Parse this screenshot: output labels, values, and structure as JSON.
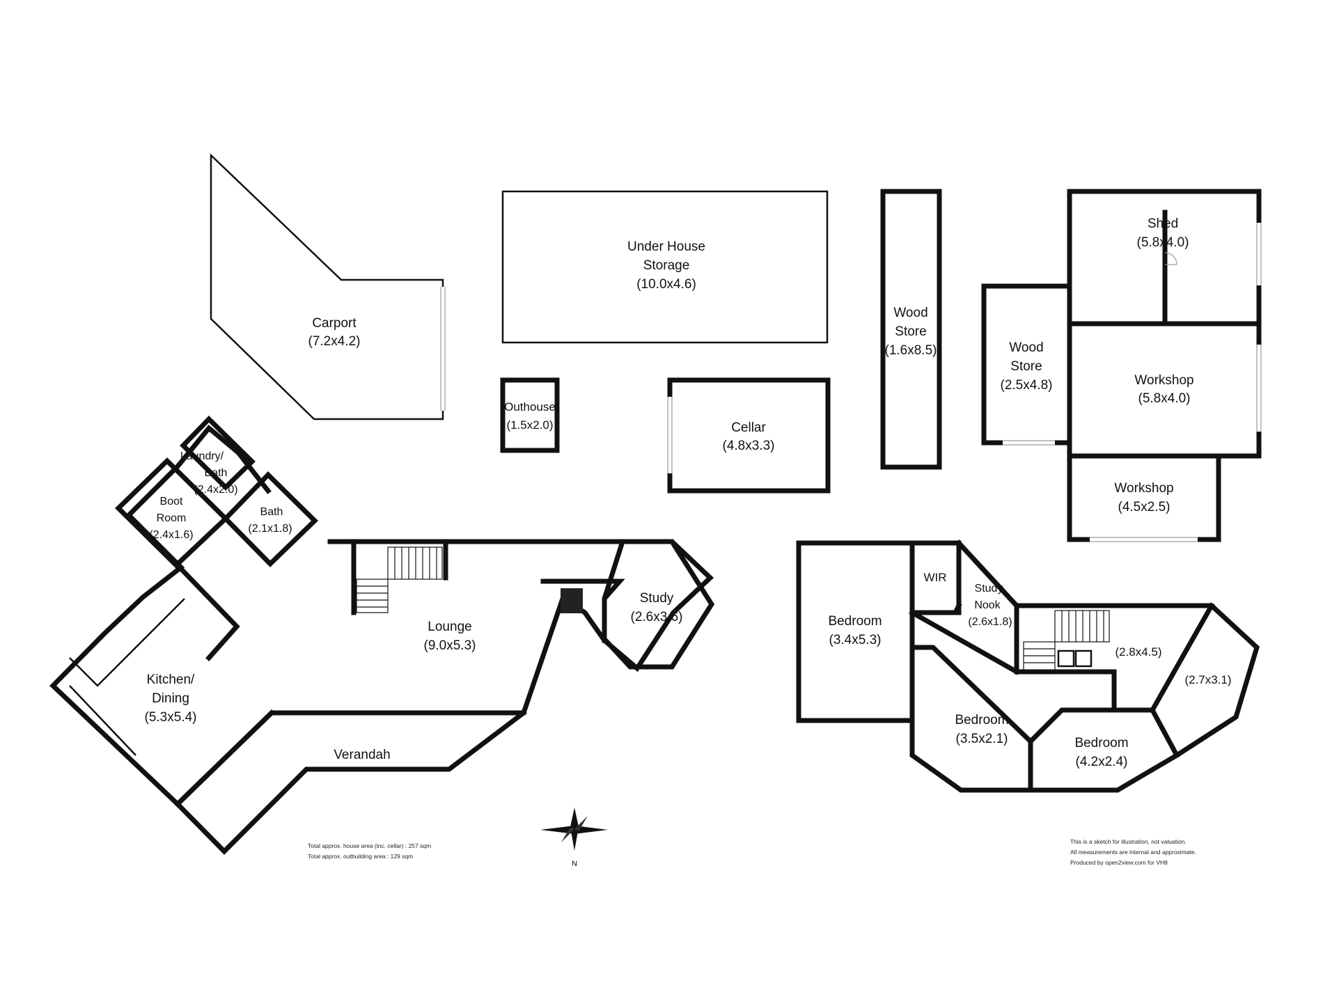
{
  "rooms": {
    "carport": {
      "name": "Carport",
      "dims": "(7.2x4.2)"
    },
    "under_house_storage": {
      "name1": "Under House",
      "name2": "Storage",
      "dims": "(10.0x4.6)"
    },
    "wood_store_long": {
      "name1": "Wood",
      "name2": "Store",
      "dims": "(1.6x8.5)"
    },
    "shed": {
      "name": "Shed",
      "dims": "(5.8x4.0)"
    },
    "wood_store": {
      "name1": "Wood",
      "name2": "Store",
      "dims": "(2.5x4.8)"
    },
    "workshop_1": {
      "name": "Workshop",
      "dims": "(5.8x4.0)"
    },
    "workshop_2": {
      "name": "Workshop",
      "dims": "(4.5x2.5)"
    },
    "outhouse": {
      "name": "Outhouse",
      "dims": "(1.5x2.0)"
    },
    "cellar": {
      "name": "Cellar",
      "dims": "(4.8x3.3)"
    },
    "laundry_bath": {
      "name1": "Laundry/",
      "name2": "Bath",
      "dims": "(2.4x2.0)"
    },
    "boot_room": {
      "name1": "Boot",
      "name2": "Room",
      "dims": "(2.4x1.6)"
    },
    "bath": {
      "name": "Bath",
      "dims": "(2.1x1.8)"
    },
    "lounge": {
      "name": "Lounge",
      "dims": "(9.0x5.3)"
    },
    "study": {
      "name": "Study",
      "dims": "(2.6x3.6)"
    },
    "kitchen_dining": {
      "name1": "Kitchen/",
      "name2": "Dining",
      "dims": "(5.3x5.4)"
    },
    "verandah": {
      "name": "Verandah"
    },
    "bedroom_1": {
      "name": "Bedroom",
      "dims": "(3.4x5.3)"
    },
    "wir": {
      "name": "WIR"
    },
    "study_nook": {
      "name1": "Study",
      "name2": "Nook",
      "dims": "(2.6x1.8)"
    },
    "room_28x45": {
      "dims": "(2.8x4.5)"
    },
    "room_27x31": {
      "dims": "(2.7x3.1)"
    },
    "bedroom_2": {
      "name": "Bedroom",
      "dims": "(3.5x2.1)"
    },
    "bedroom_3": {
      "name": "Bedroom",
      "dims": "(4.2x2.4)"
    }
  },
  "notes": {
    "area_house": "Total approx. house area (inc. cellar) : 257 sqm",
    "area_outbuilding": "Total approx. outbuilding area : 129 sqm",
    "disclaimer_1": "This is a sketch for illustration, not valuation.",
    "disclaimer_2": "All measurements are internal and approximate.",
    "disclaimer_3": "Produced by open2view.com for VH8"
  },
  "compass": {
    "north_label": "N"
  }
}
